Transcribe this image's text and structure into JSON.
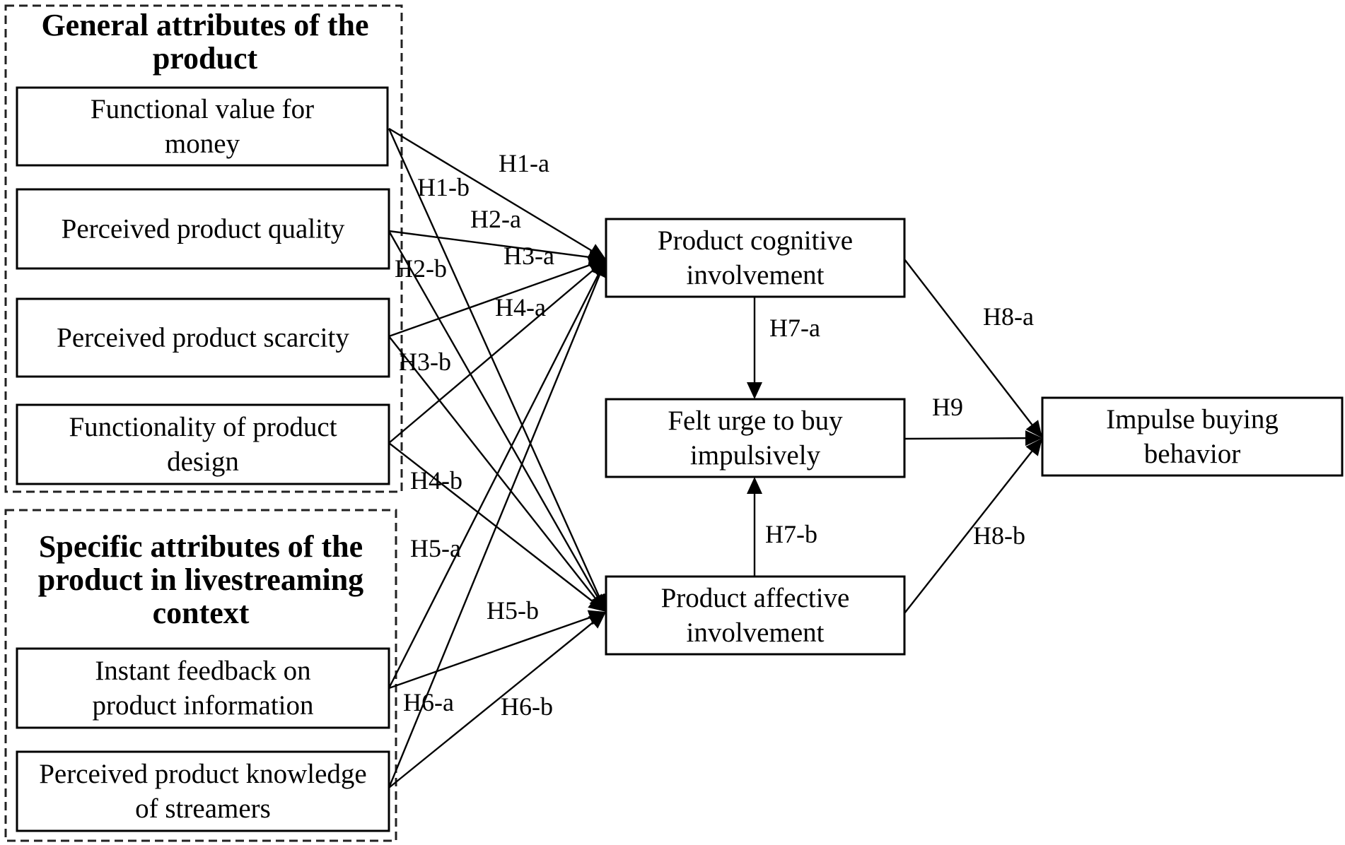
{
  "groups": {
    "general": {
      "title_lines": [
        "General attributes of the",
        "product"
      ]
    },
    "specific": {
      "title_lines": [
        "Specific attributes of the",
        "product in livestreaming",
        "context"
      ]
    }
  },
  "nodes": {
    "fvm": {
      "lines": [
        "Functional  value for",
        "money"
      ]
    },
    "ppq": {
      "lines": [
        "Perceived product quality"
      ]
    },
    "pps": {
      "lines": [
        "Perceived product scarcity"
      ]
    },
    "fpd": {
      "lines": [
        "Functionality of product",
        "design"
      ]
    },
    "ifp": {
      "lines": [
        "Instant  feedback on",
        "product information"
      ]
    },
    "ppk": {
      "lines": [
        "Perceived product knowledge",
        "of streamers"
      ]
    },
    "pci": {
      "lines": [
        "Product cognitive",
        "involvement"
      ]
    },
    "fub": {
      "lines": [
        "Felt urge to buy",
        "impulsively"
      ]
    },
    "pai": {
      "lines": [
        "Product affective",
        "involvement"
      ]
    },
    "ibb": {
      "lines": [
        "Impulse buying",
        "behavior"
      ]
    }
  },
  "paths": [
    {
      "id": "h1a",
      "from": "fvm",
      "to": "pci",
      "label": "H1-a"
    },
    {
      "id": "h1b",
      "from": "fvm",
      "to": "pai",
      "label": "H1-b"
    },
    {
      "id": "h2a",
      "from": "ppq",
      "to": "pci",
      "label": "H2-a"
    },
    {
      "id": "h2b",
      "from": "ppq",
      "to": "pai",
      "label": "H2-b"
    },
    {
      "id": "h3a",
      "from": "pps",
      "to": "pci",
      "label": "H3-a"
    },
    {
      "id": "h3b",
      "from": "pps",
      "to": "pai",
      "label": "H3-b"
    },
    {
      "id": "h4a",
      "from": "fpd",
      "to": "pci",
      "label": "H4-a"
    },
    {
      "id": "h4b",
      "from": "fpd",
      "to": "pai",
      "label": "H4-b"
    },
    {
      "id": "h5a",
      "from": "ifp",
      "to": "pci",
      "label": "H5-a"
    },
    {
      "id": "h5b",
      "from": "ifp",
      "to": "pai",
      "label": "H5-b"
    },
    {
      "id": "h6a",
      "from": "ppk",
      "to": "pci",
      "label": "H6-a"
    },
    {
      "id": "h6b",
      "from": "ppk",
      "to": "pai",
      "label": "H6-b"
    },
    {
      "id": "h7a",
      "from": "pci",
      "to": "fub",
      "label": "H7-a"
    },
    {
      "id": "h7b",
      "from": "pai",
      "to": "fub",
      "label": "H7-b"
    },
    {
      "id": "h8a",
      "from": "pci",
      "to": "ibb",
      "label": "H8-a"
    },
    {
      "id": "h8b",
      "from": "pai",
      "to": "ibb",
      "label": "H8-b"
    },
    {
      "id": "h9",
      "from": "fub",
      "to": "ibb",
      "label": "H9"
    }
  ]
}
